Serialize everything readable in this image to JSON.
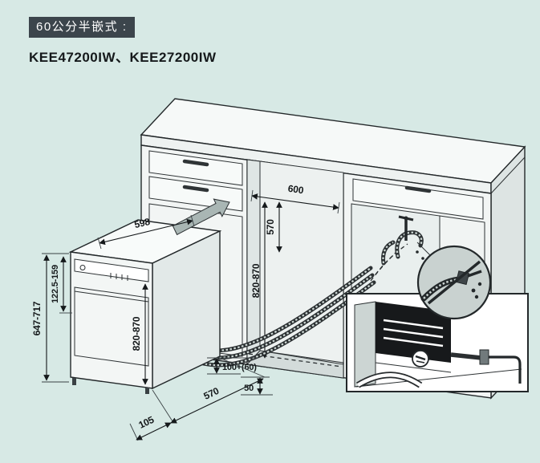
{
  "colors": {
    "background": "#d7e9e5",
    "badge_bg": "#3c454c",
    "badge_text": "#ffffff",
    "line": "#23282a"
  },
  "header": {
    "type_label": "60公分半嵌式 :",
    "models": "KEE47200IW、KEE27200IW"
  },
  "diagram": {
    "dims": {
      "dw_width": "598",
      "niche_width": "600",
      "niche_depth": "570",
      "niche_height": "820-870",
      "total_height": "647-717",
      "top_adjust": "122.5-159",
      "dw_height": "820-870",
      "rear_clearance": "100+(60)",
      "floor_clearance": "50",
      "dw_depth": "570",
      "plinth_height": "105"
    },
    "icons": {
      "insertion_arrow": "insert-direction-arrow",
      "prohibition_badge": "no-leak-warning",
      "water_tap": "water-tap",
      "supply_hoses": "supply-hoses",
      "detail_inset": "connection-detail"
    }
  }
}
